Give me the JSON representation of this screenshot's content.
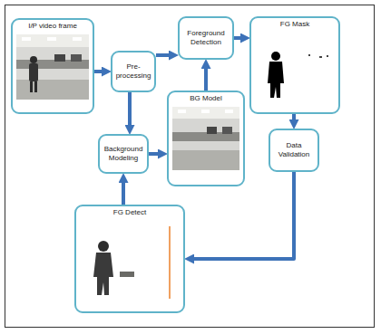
{
  "diagram": {
    "nodes": [
      {
        "text": [
          "I/P video frame"
        ]
      },
      {
        "text": [
          "Pre- processing"
        ]
      },
      {
        "text": [
          "Foreground Detection"
        ]
      },
      {
        "text": [
          "FG Mask"
        ]
      },
      {
        "text": [
          "Data Validation"
        ]
      },
      {
        "text": [
          "BG Model"
        ]
      },
      {
        "text": [
          "Background Modeling"
        ]
      },
      {
        "text": [
          "FG Detect"
        ]
      }
    ],
    "edges": [
      {
        "from": 0,
        "to": 1,
        "arrow": "to"
      },
      {
        "from": 1,
        "to": 2,
        "arrow": "to"
      },
      {
        "from": 1,
        "to": 6,
        "arrow": "to"
      },
      {
        "from": 6,
        "to": 5,
        "arrow": "to"
      },
      {
        "from": 5,
        "to": 2,
        "arrow": "to"
      },
      {
        "from": 2,
        "to": 3,
        "arrow": "to"
      },
      {
        "from": 3,
        "to": 4,
        "arrow": "to"
      },
      {
        "from": 4,
        "to": 7,
        "arrow": "to"
      },
      {
        "from": 7,
        "to": 6,
        "arrow": "to"
      }
    ]
  }
}
